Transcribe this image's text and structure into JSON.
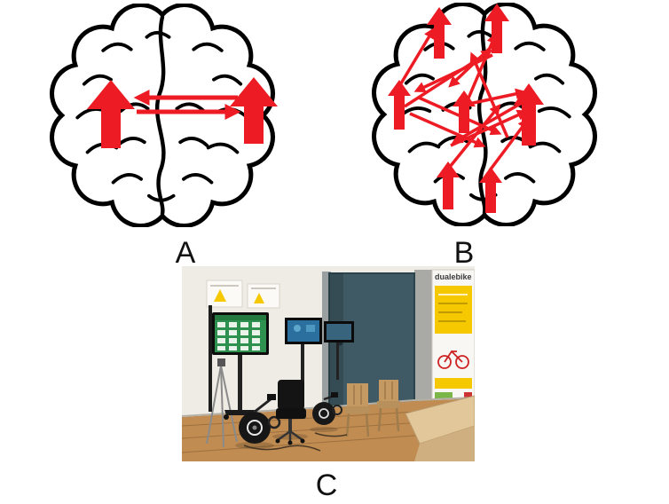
{
  "figure": {
    "panel_labels": {
      "a": "A",
      "b": "B",
      "c": "C"
    }
  },
  "colors": {
    "arrow_red": "#ed1c24",
    "brain_outline": "#000000",
    "background": "#ffffff",
    "photo_floor": "#c08c52",
    "photo_door": "#3f5a64",
    "poster_yellow": "#f6c800",
    "screen_green": "#2f9150",
    "screen_blue": "#2a6f9e"
  },
  "photo": {
    "poster_title": "dualebike"
  }
}
